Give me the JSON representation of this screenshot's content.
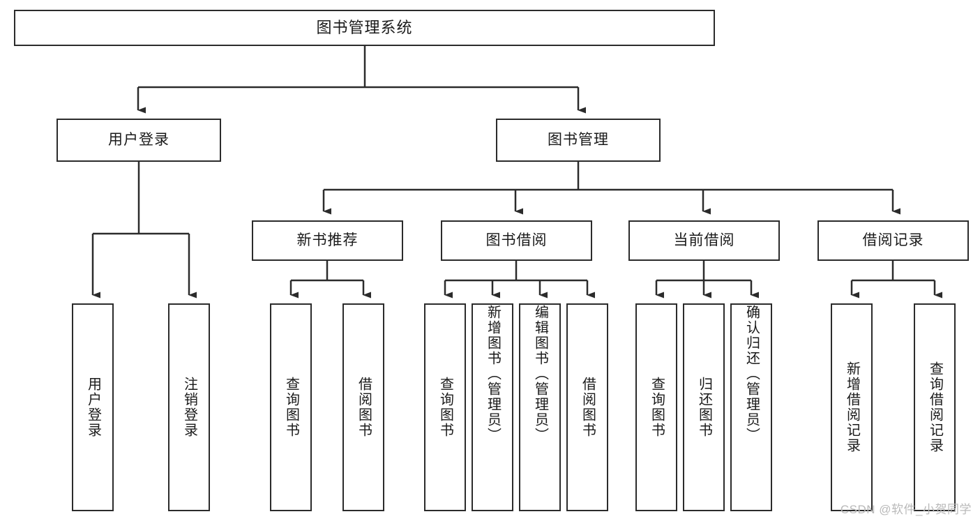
{
  "diagram": {
    "type": "tree",
    "title": "图书管理系统",
    "root": {
      "label": "图书管理系统"
    },
    "level2": [
      {
        "label": "用户登录"
      },
      {
        "label": "图书管理"
      }
    ],
    "level3": [
      {
        "label": "新书推荐"
      },
      {
        "label": "图书借阅"
      },
      {
        "label": "当前借阅"
      },
      {
        "label": "借阅记录"
      }
    ],
    "leaves": {
      "user_login": [
        {
          "label": "用户登录"
        },
        {
          "label": "注销登录"
        }
      ],
      "new_book": [
        {
          "label": "查询图书"
        },
        {
          "label": "借阅图书"
        }
      ],
      "borrow_book": [
        {
          "label": "查询图书"
        },
        {
          "label": "新增图书（管理员）"
        },
        {
          "label": "编辑图书（管理员）"
        },
        {
          "label": "借阅图书"
        }
      ],
      "current_borrow": [
        {
          "label": "查询图书"
        },
        {
          "label": "归还图书"
        },
        {
          "label": "确认归还（管理员）"
        }
      ],
      "borrow_record": [
        {
          "label": "新增借阅记录"
        },
        {
          "label": "查询借阅记录"
        }
      ]
    }
  },
  "colors": {
    "stroke": "#2b2b2b",
    "text": "#1a1a1a",
    "background": "#ffffff",
    "watermark": "#b9b9b9"
  },
  "watermark": {
    "text": "CSDN @软件_小贺同学"
  }
}
